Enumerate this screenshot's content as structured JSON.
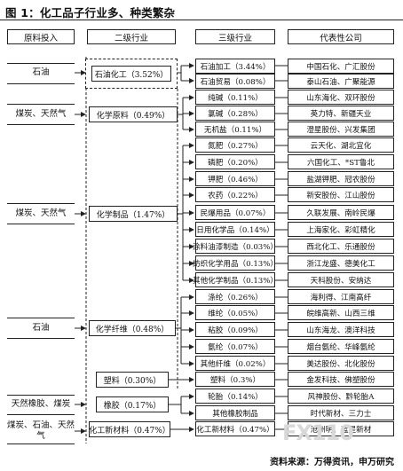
{
  "title": "图 1：化工品子行业多、种类繁杂",
  "headers": {
    "raw": "原料投入",
    "level2": "二级行业",
    "level3": "三级行业",
    "companies": "代表性公司"
  },
  "raw_inputs": [
    "石油",
    "煤炭、天然气",
    "煤炭、天然气",
    "石油",
    "天然橡胶、煤炭",
    "煤炭、石油、天然气"
  ],
  "level2": [
    "石油化工（3.52%）",
    "化学原料（0.49%）",
    "化学制品（1.47%）",
    "化学纤维（0.48%）",
    "塑料（0.30%）",
    "橡胶（0.17%）",
    "化工新材料（0.47%）"
  ],
  "level3": [
    "石油加工（3.44%）",
    "石油贸易（0.08%）",
    "纯碱（0.11%）",
    "氯碱（0.28%）",
    "无机盐（0.11%）",
    "氮肥（0.27%）",
    "磷肥（0.20%）",
    "钾肥（0.46%）",
    "农药（0.22%）",
    "民爆用品（0.07%）",
    "日用化学品（0.14%）",
    "涂料油漆制造（0.03%）",
    "纺织化学用品（0.13%）",
    "其他化学制品（0.13%）",
    "涤纶（0.26%）",
    "维纶（0.05%）",
    "粘胶（0.09%）",
    "氨纶（0.07%）",
    "其他纤维（0.02%）",
    "塑料（0.3%）",
    "轮胎（0.14%）",
    "其他橡胶制品",
    "化工新材料（0.47%）"
  ],
  "highlighted_level3": [
    "石油加工（3.44%）",
    "纯碱（0.11%）",
    "氮肥（0.27%）",
    "钾肥（0.46%）",
    "涤纶（0.26%）"
  ],
  "companies": [
    "中国石化、广汇股份",
    "泰山石油、广聚能源",
    "山东海化、双环股份",
    "英力特、新疆天业",
    "澄星股份、兴发集团",
    "云天化、湖北宜化",
    "六国化工、*ST鲁北",
    "盐湖钾肥、冠农股份",
    "新安股份、江山股份",
    "久联发展、南岭民爆",
    "上海家化、彩虹精化",
    "西北化工、乐通股份",
    "浙江龙盛、德美化工",
    "天科股份、安纳达",
    "海利得、江南高纤",
    "皖维高新、山西三维",
    "山东海龙、澳洋科技",
    "烟台氨纶、华峰氨纶",
    "美达股份、北化股份",
    "金发科技、佛塑股份",
    "风神股份、黔轮胎A",
    "时代新材、三力士",
    "沧州明、蓝星新材"
  ],
  "source": "资料来源：万得资讯，申万研究",
  "watermark": "FX110",
  "colors": {
    "highlight": "#8f8f8f",
    "line": "#222222"
  }
}
